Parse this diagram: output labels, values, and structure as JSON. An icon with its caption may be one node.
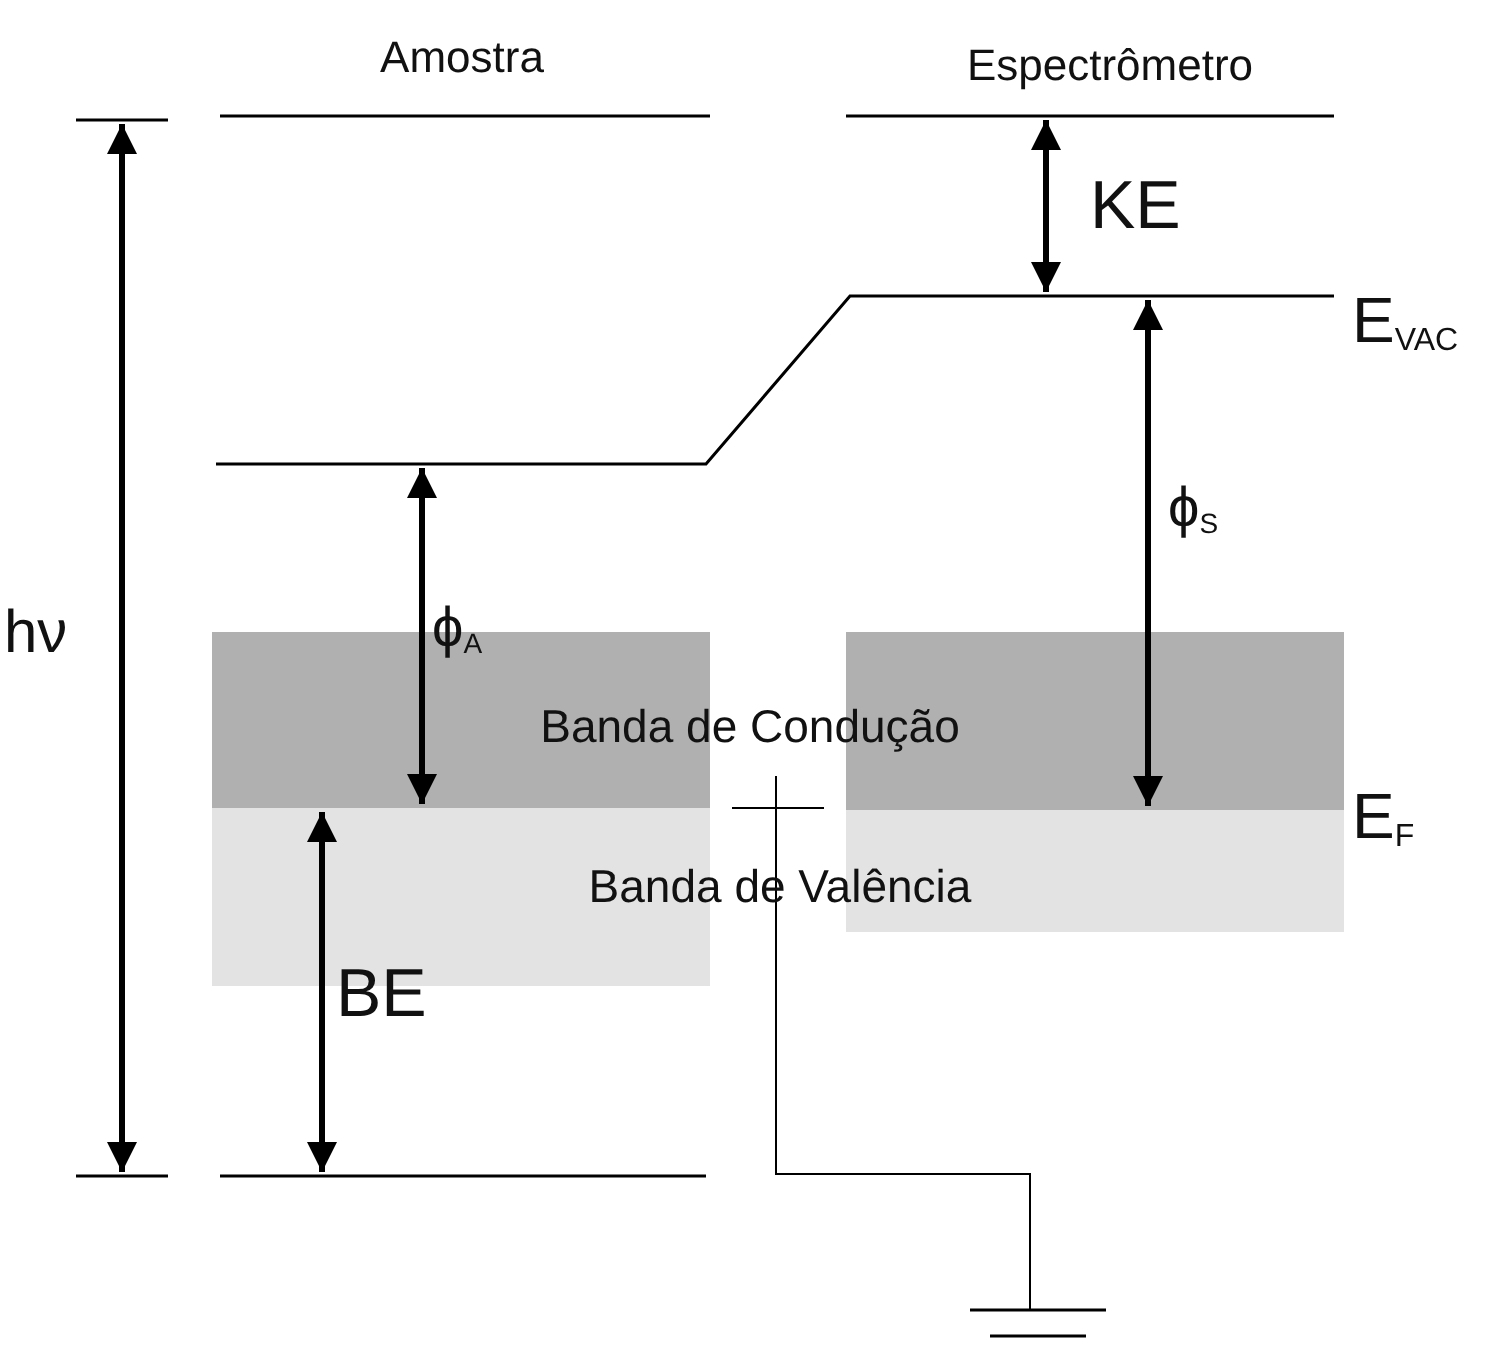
{
  "diagram": {
    "labels": [
      "Amostra",
      "Espectrômetro",
      "KE",
      "E$_{VAC}$",
      "hν",
      "ϕ$_{S}$",
      "ϕ$_{A}$",
      "Banda de Condução",
      "E$_{F}$",
      "Banda de Valência",
      "BE"
    ]
  }
}
